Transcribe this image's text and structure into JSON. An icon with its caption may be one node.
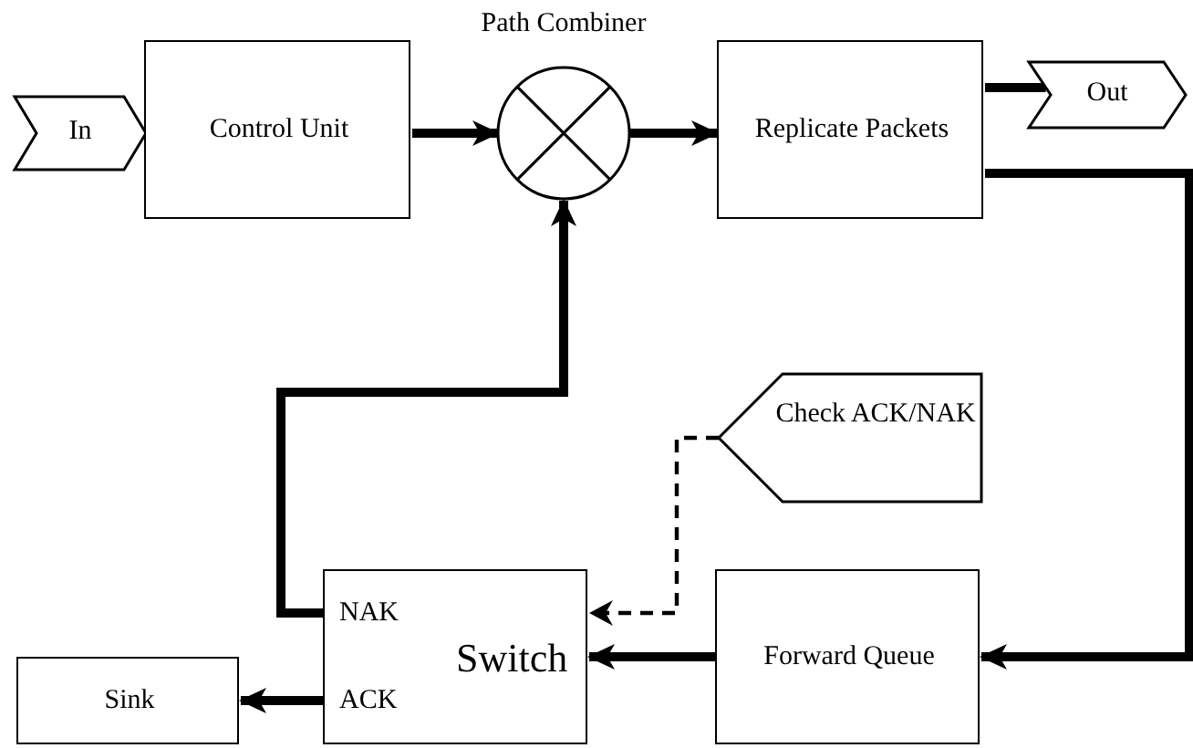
{
  "diagram": {
    "nodes": [
      {
        "text": [
          "In"
        ]
      },
      {
        "text": [
          "Control Unit"
        ]
      },
      {
        "text": [
          "Path Combiner"
        ]
      },
      {
        "text": [
          "Replicate Packets"
        ]
      },
      {
        "text": [
          "Out"
        ]
      },
      {
        "text": [
          "Check ACK/NAK"
        ]
      },
      {
        "text": [
          "NAK",
          "Switch",
          "ACK"
        ]
      },
      {
        "text": [
          "Forward Queue"
        ]
      },
      {
        "text": [
          "Sink"
        ]
      }
    ],
    "edges": [
      {
        "from": 1,
        "to": 2,
        "arrow": "to"
      },
      {
        "from": 2,
        "to": 3,
        "arrow": "to"
      },
      {
        "from": 3,
        "to": 4,
        "arrow": "none"
      },
      {
        "from": 3,
        "to": 7,
        "arrow": "to"
      },
      {
        "from": 7,
        "to": 6,
        "arrow": "to"
      },
      {
        "from": 5,
        "to": 6,
        "arrow": "to",
        "style": "dashed"
      },
      {
        "from": 6,
        "to": 2,
        "arrow": "to"
      },
      {
        "from": 6,
        "to": 8,
        "arrow": "to"
      }
    ]
  }
}
